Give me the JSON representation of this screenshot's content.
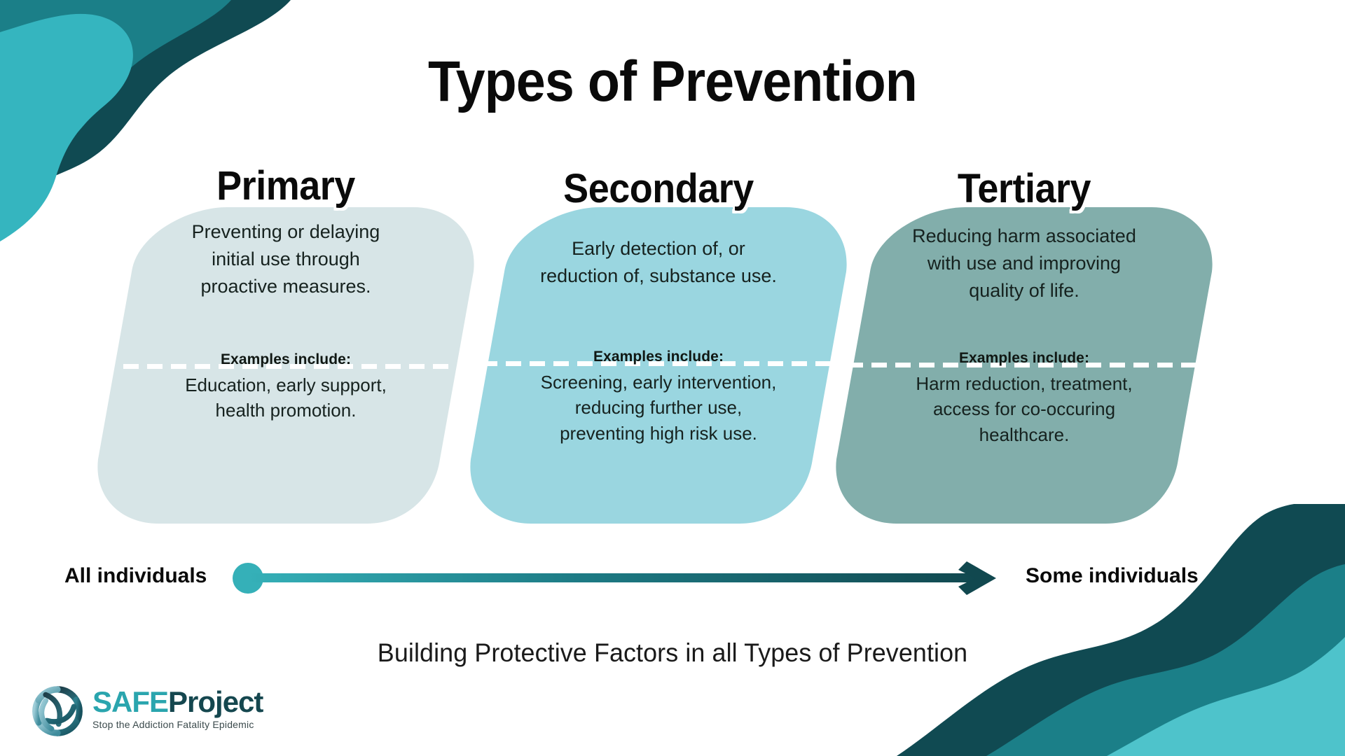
{
  "page": {
    "title": "Types of Prevention",
    "caption": "Building Protective Factors in all Types of Prevention"
  },
  "colors": {
    "background": "#ffffff",
    "wave_dark": "#104a52",
    "wave_mid": "#1b7f88",
    "wave_bright": "#35b5bf",
    "wave_light": "#4ec3cb",
    "card_primary": "#d7e5e7",
    "card_secondary": "#9ad6e0",
    "card_tertiary": "#82aeab",
    "arrow_start": "#35b0b8",
    "arrow_end": "#11484f",
    "text_dark": "#16221f",
    "logo_safe": "#2aa5ae",
    "logo_project": "#15474f"
  },
  "cards": [
    {
      "id": "primary",
      "title": "Primary",
      "fill": "#d7e5e7",
      "description": "Preventing or delaying initial use through proactive measures.",
      "description_lines": [
        "Preventing or delaying",
        "initial use through",
        "proactive measures."
      ],
      "examples_label": "Examples include:",
      "examples": "Education, early support, health promotion.",
      "examples_lines": [
        "Education, early support,",
        "health promotion."
      ]
    },
    {
      "id": "secondary",
      "title": "Secondary",
      "fill": "#9ad6e0",
      "description": "Early detection of, or reduction of, substance use.",
      "description_lines": [
        "Early detection of, or",
        "reduction of, substance use."
      ],
      "examples_label": "Examples include:",
      "examples": "Screening, early intervention, reducing further use, preventing high risk use.",
      "examples_lines": [
        "Screening, early intervention,",
        "reducing further use,",
        "preventing high risk use."
      ]
    },
    {
      "id": "tertiary",
      "title": "Tertiary",
      "fill": "#82aeab",
      "description": "Reducing harm associated with use and improving quality of life.",
      "description_lines": [
        "Reducing harm associated",
        "with use and improving",
        "quality of life."
      ],
      "examples_label": "Examples include:",
      "examples": "Harm reduction, treatment, access for co-occuring healthcare.",
      "examples_lines": [
        "Harm reduction, treatment,",
        "access for co-occuring",
        "healthcare."
      ]
    }
  ],
  "spectrum": {
    "left_label": "All individuals",
    "right_label": "Some individuals",
    "arrow_direction": "left-to-right",
    "start_marker": "dot"
  },
  "logo": {
    "brand_first": "SAFE",
    "brand_second": "Project",
    "tagline": "Stop the Addiction Fatality Epidemic",
    "mark": "pinwheel-icon"
  }
}
